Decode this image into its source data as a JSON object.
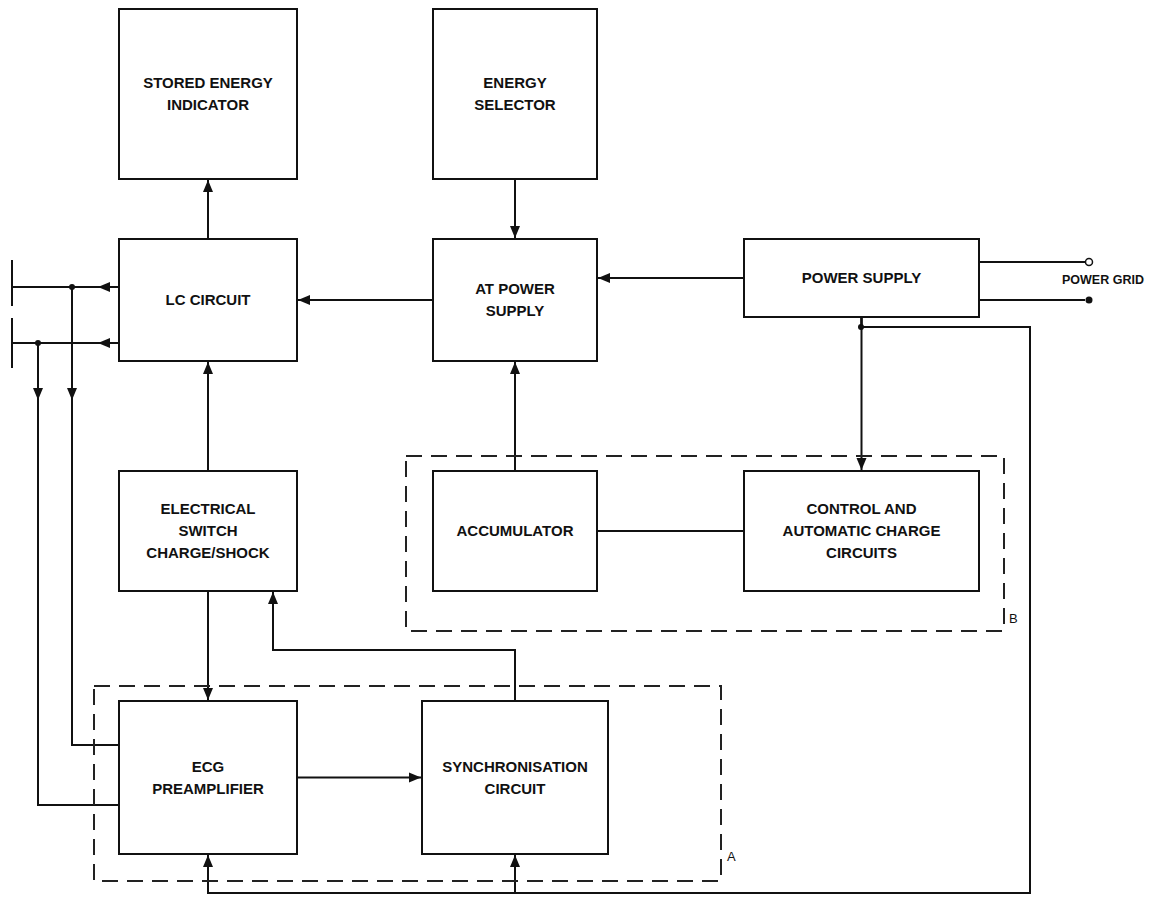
{
  "diagram": {
    "nodes": [
      {
        "text": [
          "STORED ENERGY INDICATOR"
        ]
      },
      {
        "text": [
          "ENERGY SELECTOR"
        ]
      },
      {
        "text": [
          "LC CIRCUIT"
        ]
      },
      {
        "text": [
          "AT POWER SUPPLY"
        ]
      },
      {
        "text": [
          "POWER SUPPLY"
        ]
      },
      {
        "text": [
          "ELECTRICAL SWITCH CHARGE/SHOCK"
        ]
      },
      {
        "text": [
          "B"
        ]
      },
      {
        "text": [
          "ACCUMULATOR"
        ],
        "in": 6
      },
      {
        "text": [
          "CONTROL AND AUTOMATIC CHARGE CIRCUITS"
        ],
        "in": 6
      },
      {
        "text": [
          "A"
        ]
      },
      {
        "text": [
          "ECG PREAMPLIFIER"
        ],
        "in": 9
      },
      {
        "text": [
          "SYNCHRONISATION CIRCUIT"
        ],
        "in": 9
      }
    ],
    "edges": [
      {
        "from": 2,
        "to": 0,
        "arrow": "to"
      },
      {
        "from": 1,
        "to": 3,
        "arrow": "to"
      },
      {
        "from": 3,
        "to": 2,
        "arrow": "to"
      },
      {
        "from": 4,
        "to": 3,
        "arrow": "to"
      },
      {
        "from": 7,
        "to": 3,
        "arrow": "to"
      },
      {
        "from": 7,
        "to": 8,
        "arrow": "none"
      },
      {
        "from": 4,
        "to": 8,
        "arrow": "to"
      },
      {
        "from": 4,
        "to": 10,
        "arrow": "to"
      },
      {
        "from": 4,
        "to": 11,
        "arrow": "to"
      },
      {
        "from": 5,
        "to": 2,
        "arrow": "to"
      },
      {
        "from": 5,
        "to": 10,
        "arrow": "to"
      },
      {
        "from": 11,
        "to": 5,
        "arrow": "to"
      },
      {
        "from": 10,
        "to": 11,
        "arrow": "to"
      }
    ],
    "labels": [
      "POWER GRID"
    ]
  }
}
